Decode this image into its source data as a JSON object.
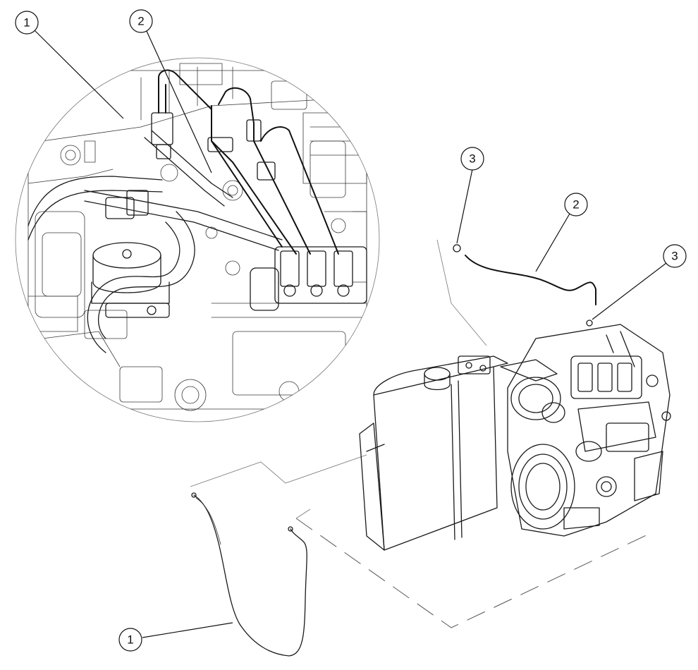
{
  "callouts": [
    {
      "label": "1"
    },
    {
      "label": "2"
    },
    {
      "label": "3"
    },
    {
      "label": "2"
    },
    {
      "label": "3"
    },
    {
      "label": "1"
    }
  ]
}
